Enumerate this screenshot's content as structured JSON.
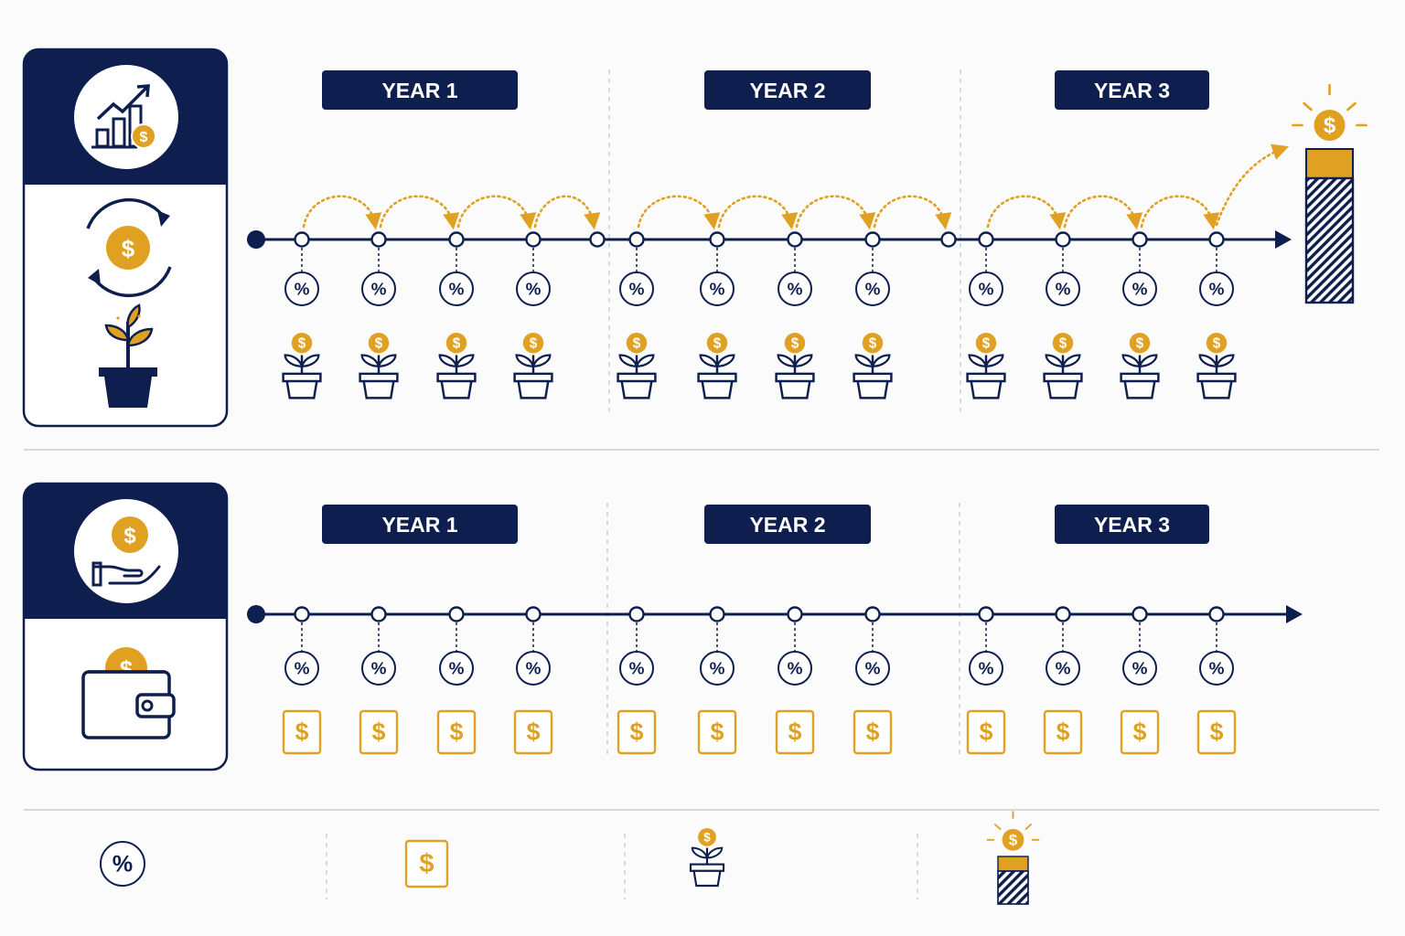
{
  "colors": {
    "navy": "#0e1f4f",
    "gold": "#e0a123",
    "background": "#fbfbfc",
    "separator": "#d8d8dc"
  },
  "compound_row": {
    "icons": [
      "growth-chart-coin-icon",
      "recycle-coin-icon",
      "plant-pot-icon"
    ],
    "year_labels": [
      "YEAR 1",
      "YEAR 2",
      "YEAR 3"
    ],
    "periods_per_year": 4,
    "period_markers": [
      "percent-icon",
      "coin-plant-icon"
    ],
    "result_icon": "growing-stack-icon"
  },
  "simple_row": {
    "icons": [
      "hand-coin-icon",
      "wallet-coin-icon"
    ],
    "year_labels": [
      "YEAR 1",
      "YEAR 2",
      "YEAR 3"
    ],
    "periods_per_year": 4,
    "period_markers": [
      "percent-icon",
      "dollar-bill-icon"
    ]
  },
  "legend": {
    "items": [
      "percent-icon",
      "dollar-bill-icon",
      "coin-plant-icon",
      "growing-stack-icon"
    ]
  },
  "glyphs": {
    "percent": "%",
    "dollar": "$"
  }
}
